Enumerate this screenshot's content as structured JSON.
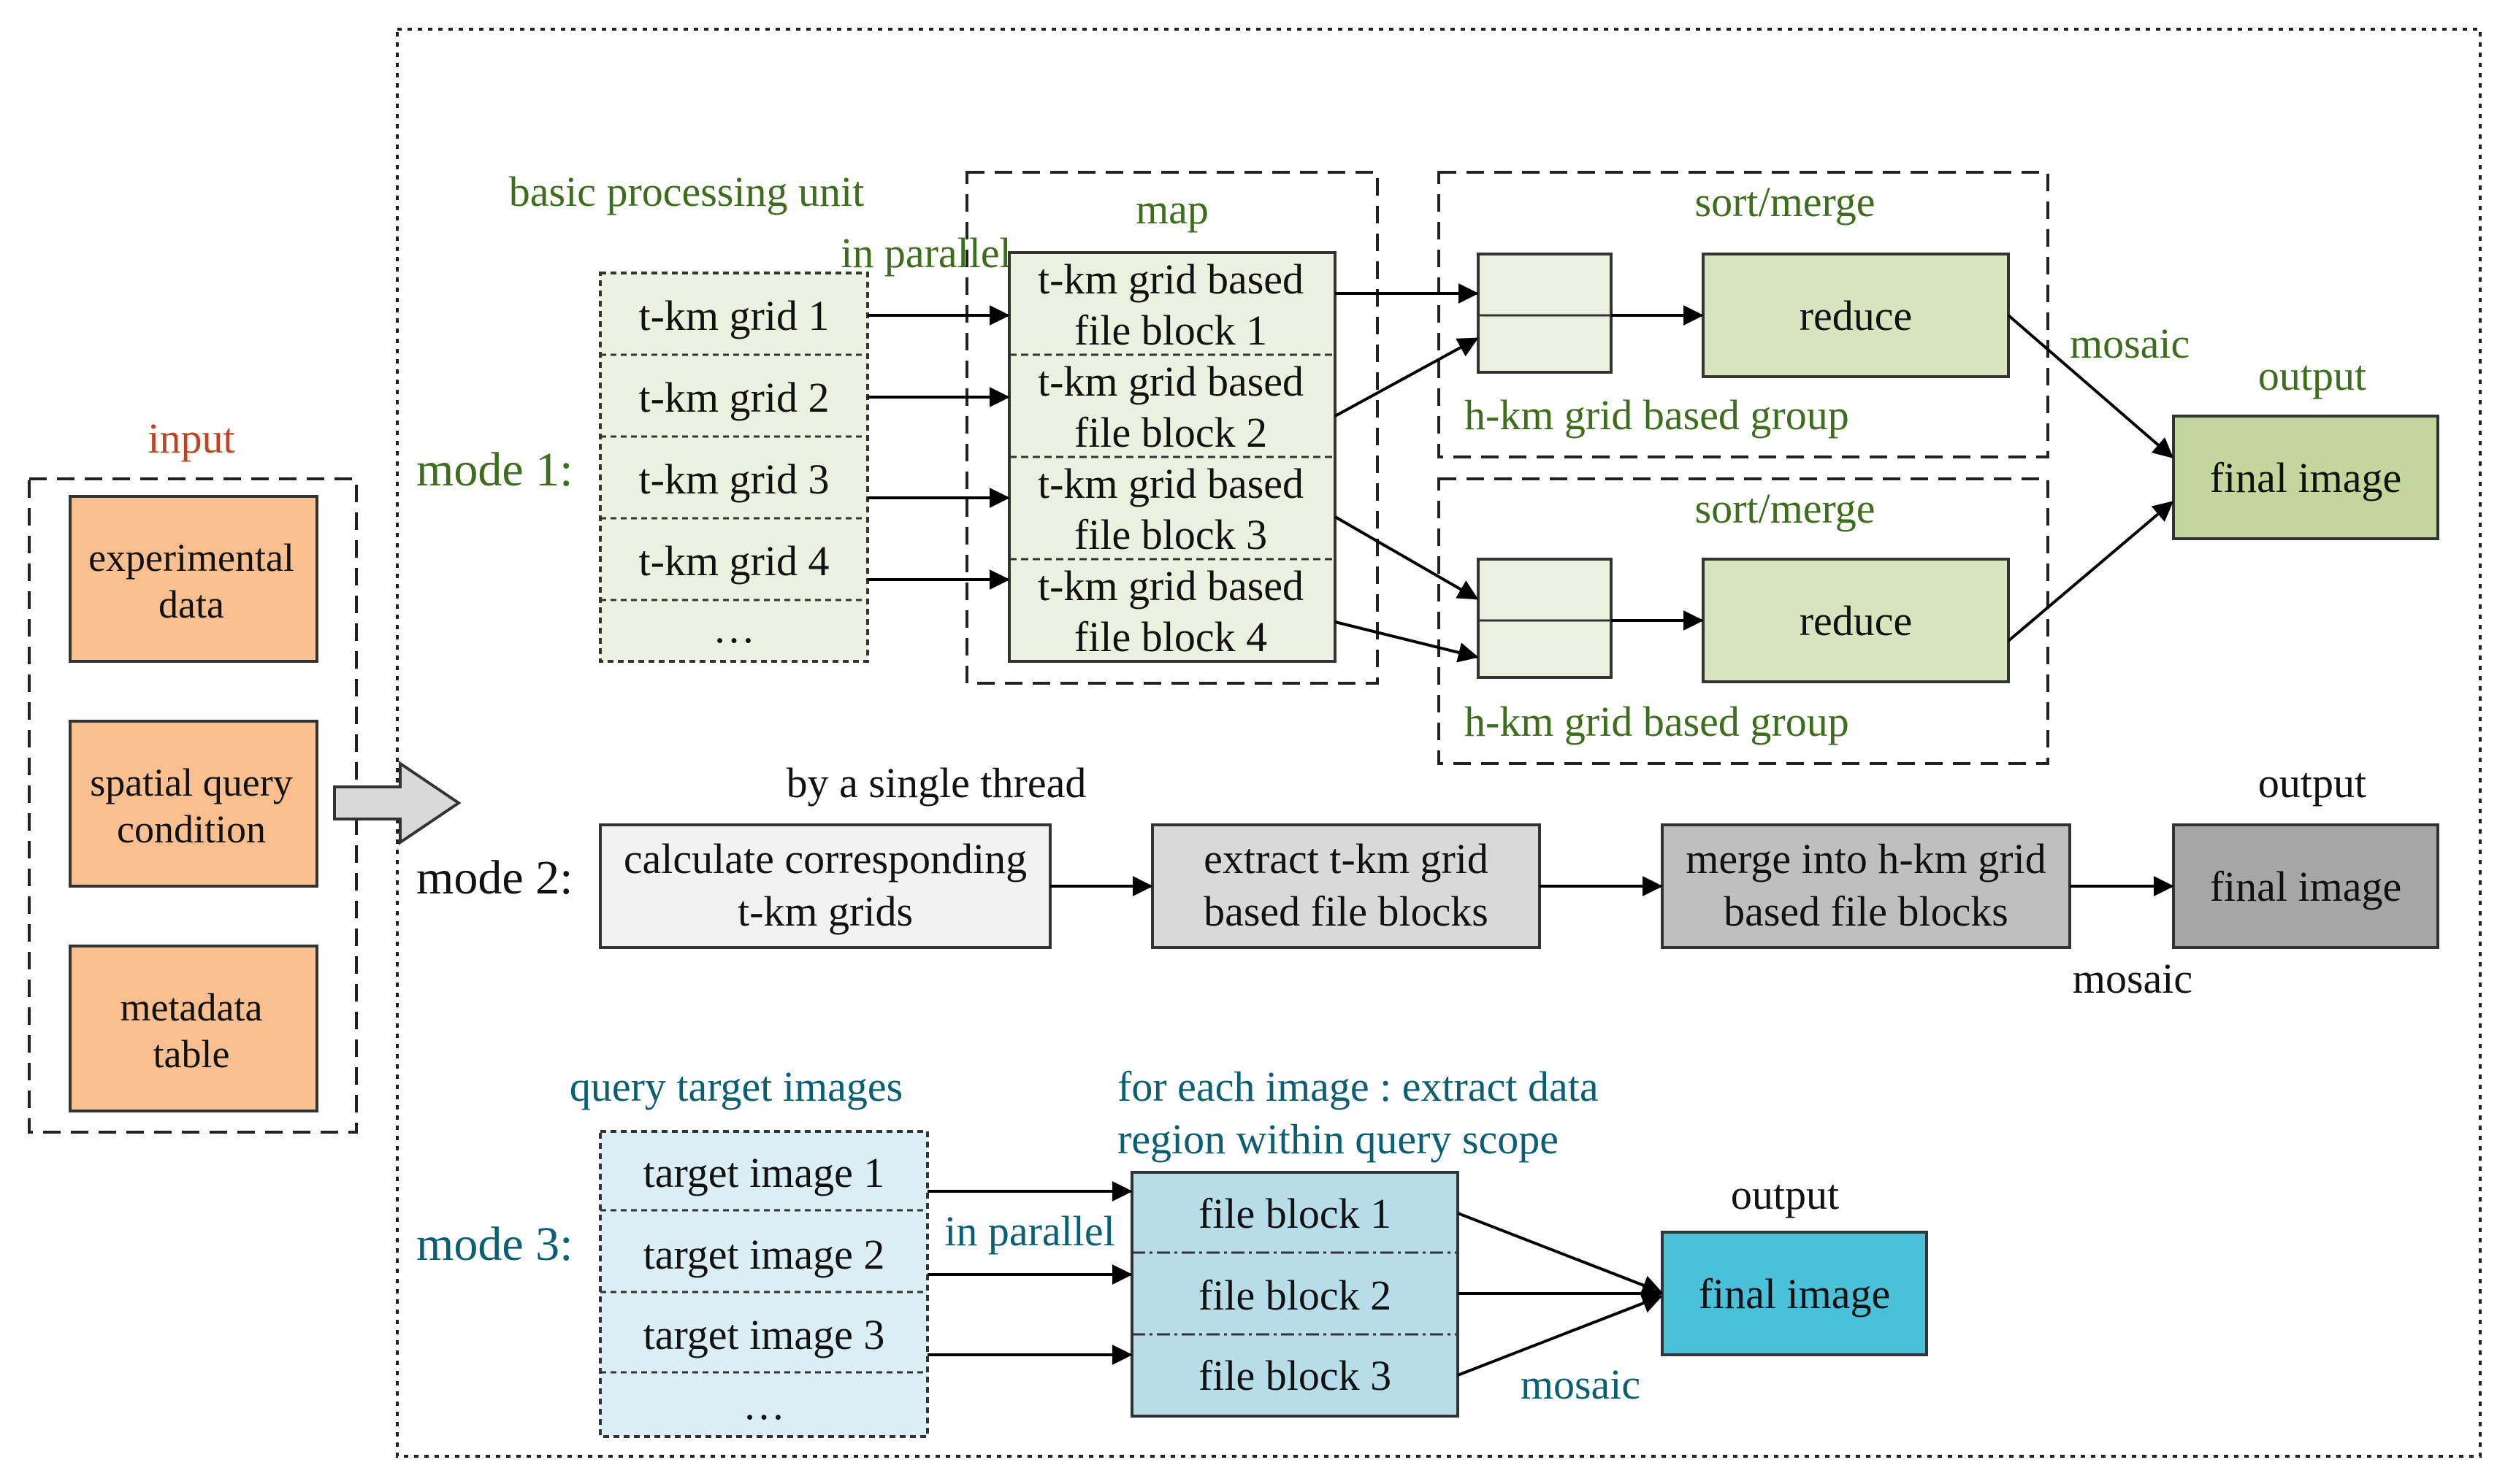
{
  "input_group": {
    "label": "input",
    "items": [
      "experimental",
      "data",
      "spatial query",
      "condition",
      "metadata",
      "table"
    ]
  },
  "mode1": {
    "label": "mode 1:",
    "basic_unit_label": "basic processing unit",
    "in_parallel": "in parallel",
    "grids": [
      "t-km grid 1",
      "t-km grid 2",
      "t-km grid 3",
      "t-km grid 4",
      "…"
    ],
    "map_label": "map",
    "blocks": [
      [
        "t-km grid based",
        "file block 1"
      ],
      [
        "t-km grid based",
        "file block 2"
      ],
      [
        "t-km grid based",
        "file block 3"
      ],
      [
        "t-km grid based",
        "file block 4"
      ]
    ],
    "sort_merge": "sort/merge",
    "reduce": "reduce",
    "group_label": "h-km grid based group",
    "mosaic": "mosaic",
    "output": "output",
    "final_image": "final image"
  },
  "mode2": {
    "label": "mode 2:",
    "thread_label": "by a single thread",
    "steps": [
      [
        "calculate  corresponding",
        "t-km grids"
      ],
      [
        "extract t-km grid",
        "based file blocks"
      ],
      [
        "merge into h-km grid",
        "based file blocks"
      ]
    ],
    "output": "output",
    "final_image": "final image",
    "mosaic": "mosaic"
  },
  "mode3": {
    "label": "mode 3:",
    "query_label": "query target images",
    "targets": [
      "target image  1",
      "target image  2",
      "target image  3",
      "…"
    ],
    "in_parallel": "in parallel",
    "each_image_label": [
      "for each image : extract data",
      "region   within   query scope"
    ],
    "blocks": [
      "file block  1",
      "file block  2",
      "file block  3"
    ],
    "output": "output",
    "final_image": "final image",
    "mosaic": "mosaic"
  },
  "colors": {
    "input_fill": "#f9bf8f",
    "green_light": "#ebf1de",
    "green_mid": "#d7e4bd",
    "green_final": "#c3d69b",
    "gray_1": "#f2f2f2",
    "gray_2": "#d9d9d9",
    "gray_3": "#bfbfbf",
    "gray_4": "#a6a6a6",
    "blue_light": "#daeef3",
    "blue_mid": "#b7dee8",
    "blue_final": "#4bc0d9"
  }
}
